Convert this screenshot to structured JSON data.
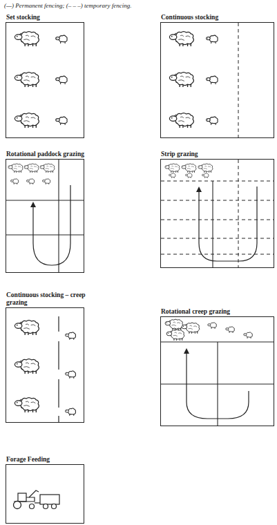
{
  "diagram": {
    "nodes": [
      {
        "text": [
          "Set stocking"
        ]
      },
      {
        "text": [
          "Continuous stocking"
        ]
      },
      {
        "text": [
          "Rotational paddock grazing"
        ]
      },
      {
        "text": [
          "Strip grazing"
        ]
      },
      {
        "text": [
          "Continuous stocking – creep grazing"
        ]
      },
      {
        "text": [
          "Rotational creep grazing"
        ]
      },
      {
        "text": [
          "Forage Feeding"
        ]
      }
    ],
    "labels": [
      "(—) Permanent fencing; (– – –) temporary fencing."
    ]
  }
}
